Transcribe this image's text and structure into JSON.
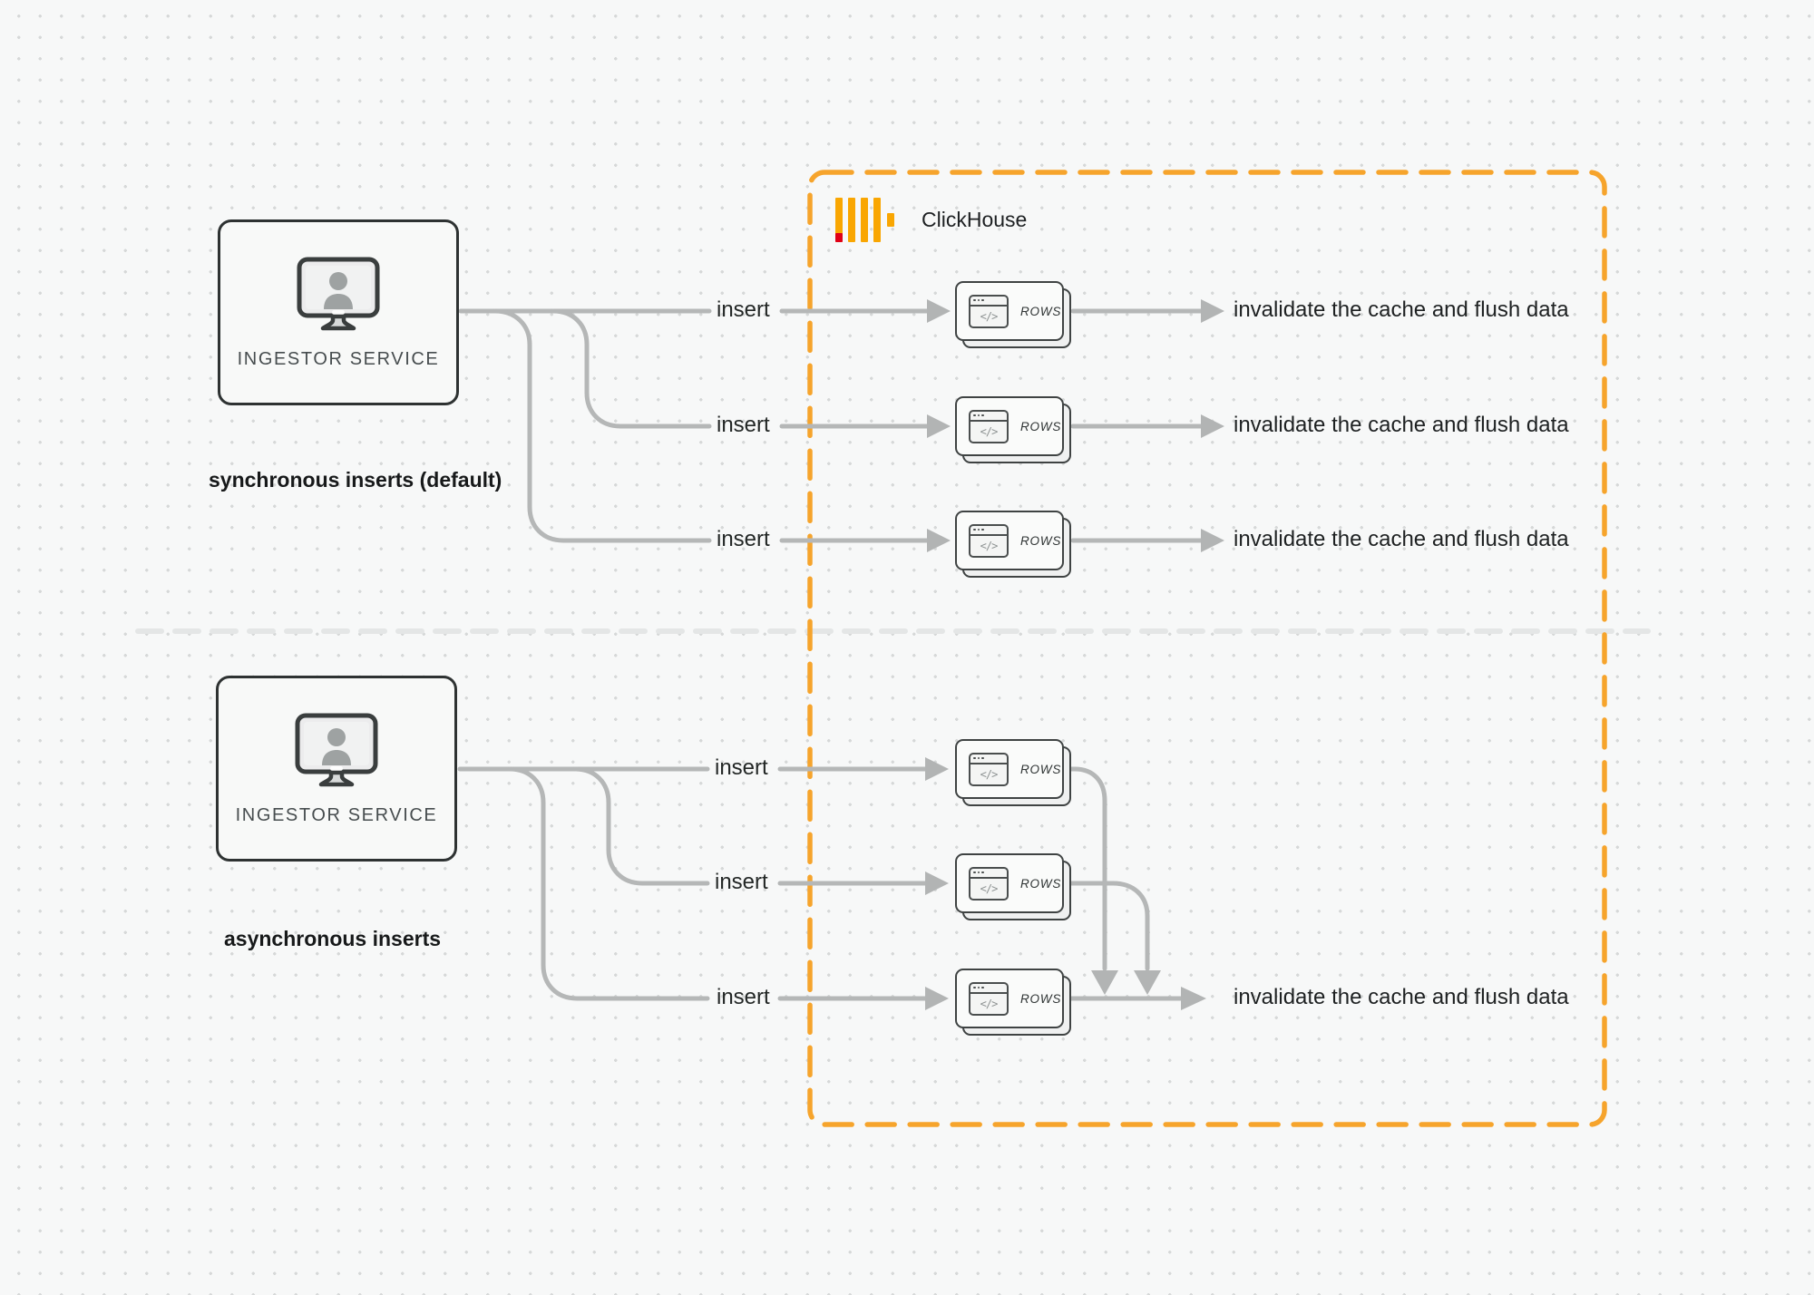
{
  "diagram": {
    "clickhouse": {
      "name": "ClickHouse"
    },
    "sections": {
      "sync": {
        "caption": "synchronous inserts (default)",
        "service_label": "INGESTOR SERVICE"
      },
      "async": {
        "caption": "asynchronous inserts",
        "service_label": "INGESTOR SERVICE"
      }
    },
    "labels": {
      "insert": "insert",
      "rows": "ROWS",
      "invalidate": "invalidate the cache and flush data",
      "code_glyph": "</>"
    },
    "icons": {
      "service": "monitor-user-icon",
      "rows_card": "code-window-icon",
      "logo": "clickhouse-bars-icon",
      "flow": "arrow-right-icon",
      "converge": "arrow-down-icon"
    },
    "colors": {
      "boundary_orange": "#F6A42C",
      "logo_amber": "#F9A602",
      "logo_red": "#E00016",
      "connector_gray": "#B5B7B7",
      "divider_gray": "#E4E6E6",
      "background": "#F7F8F8"
    }
  }
}
